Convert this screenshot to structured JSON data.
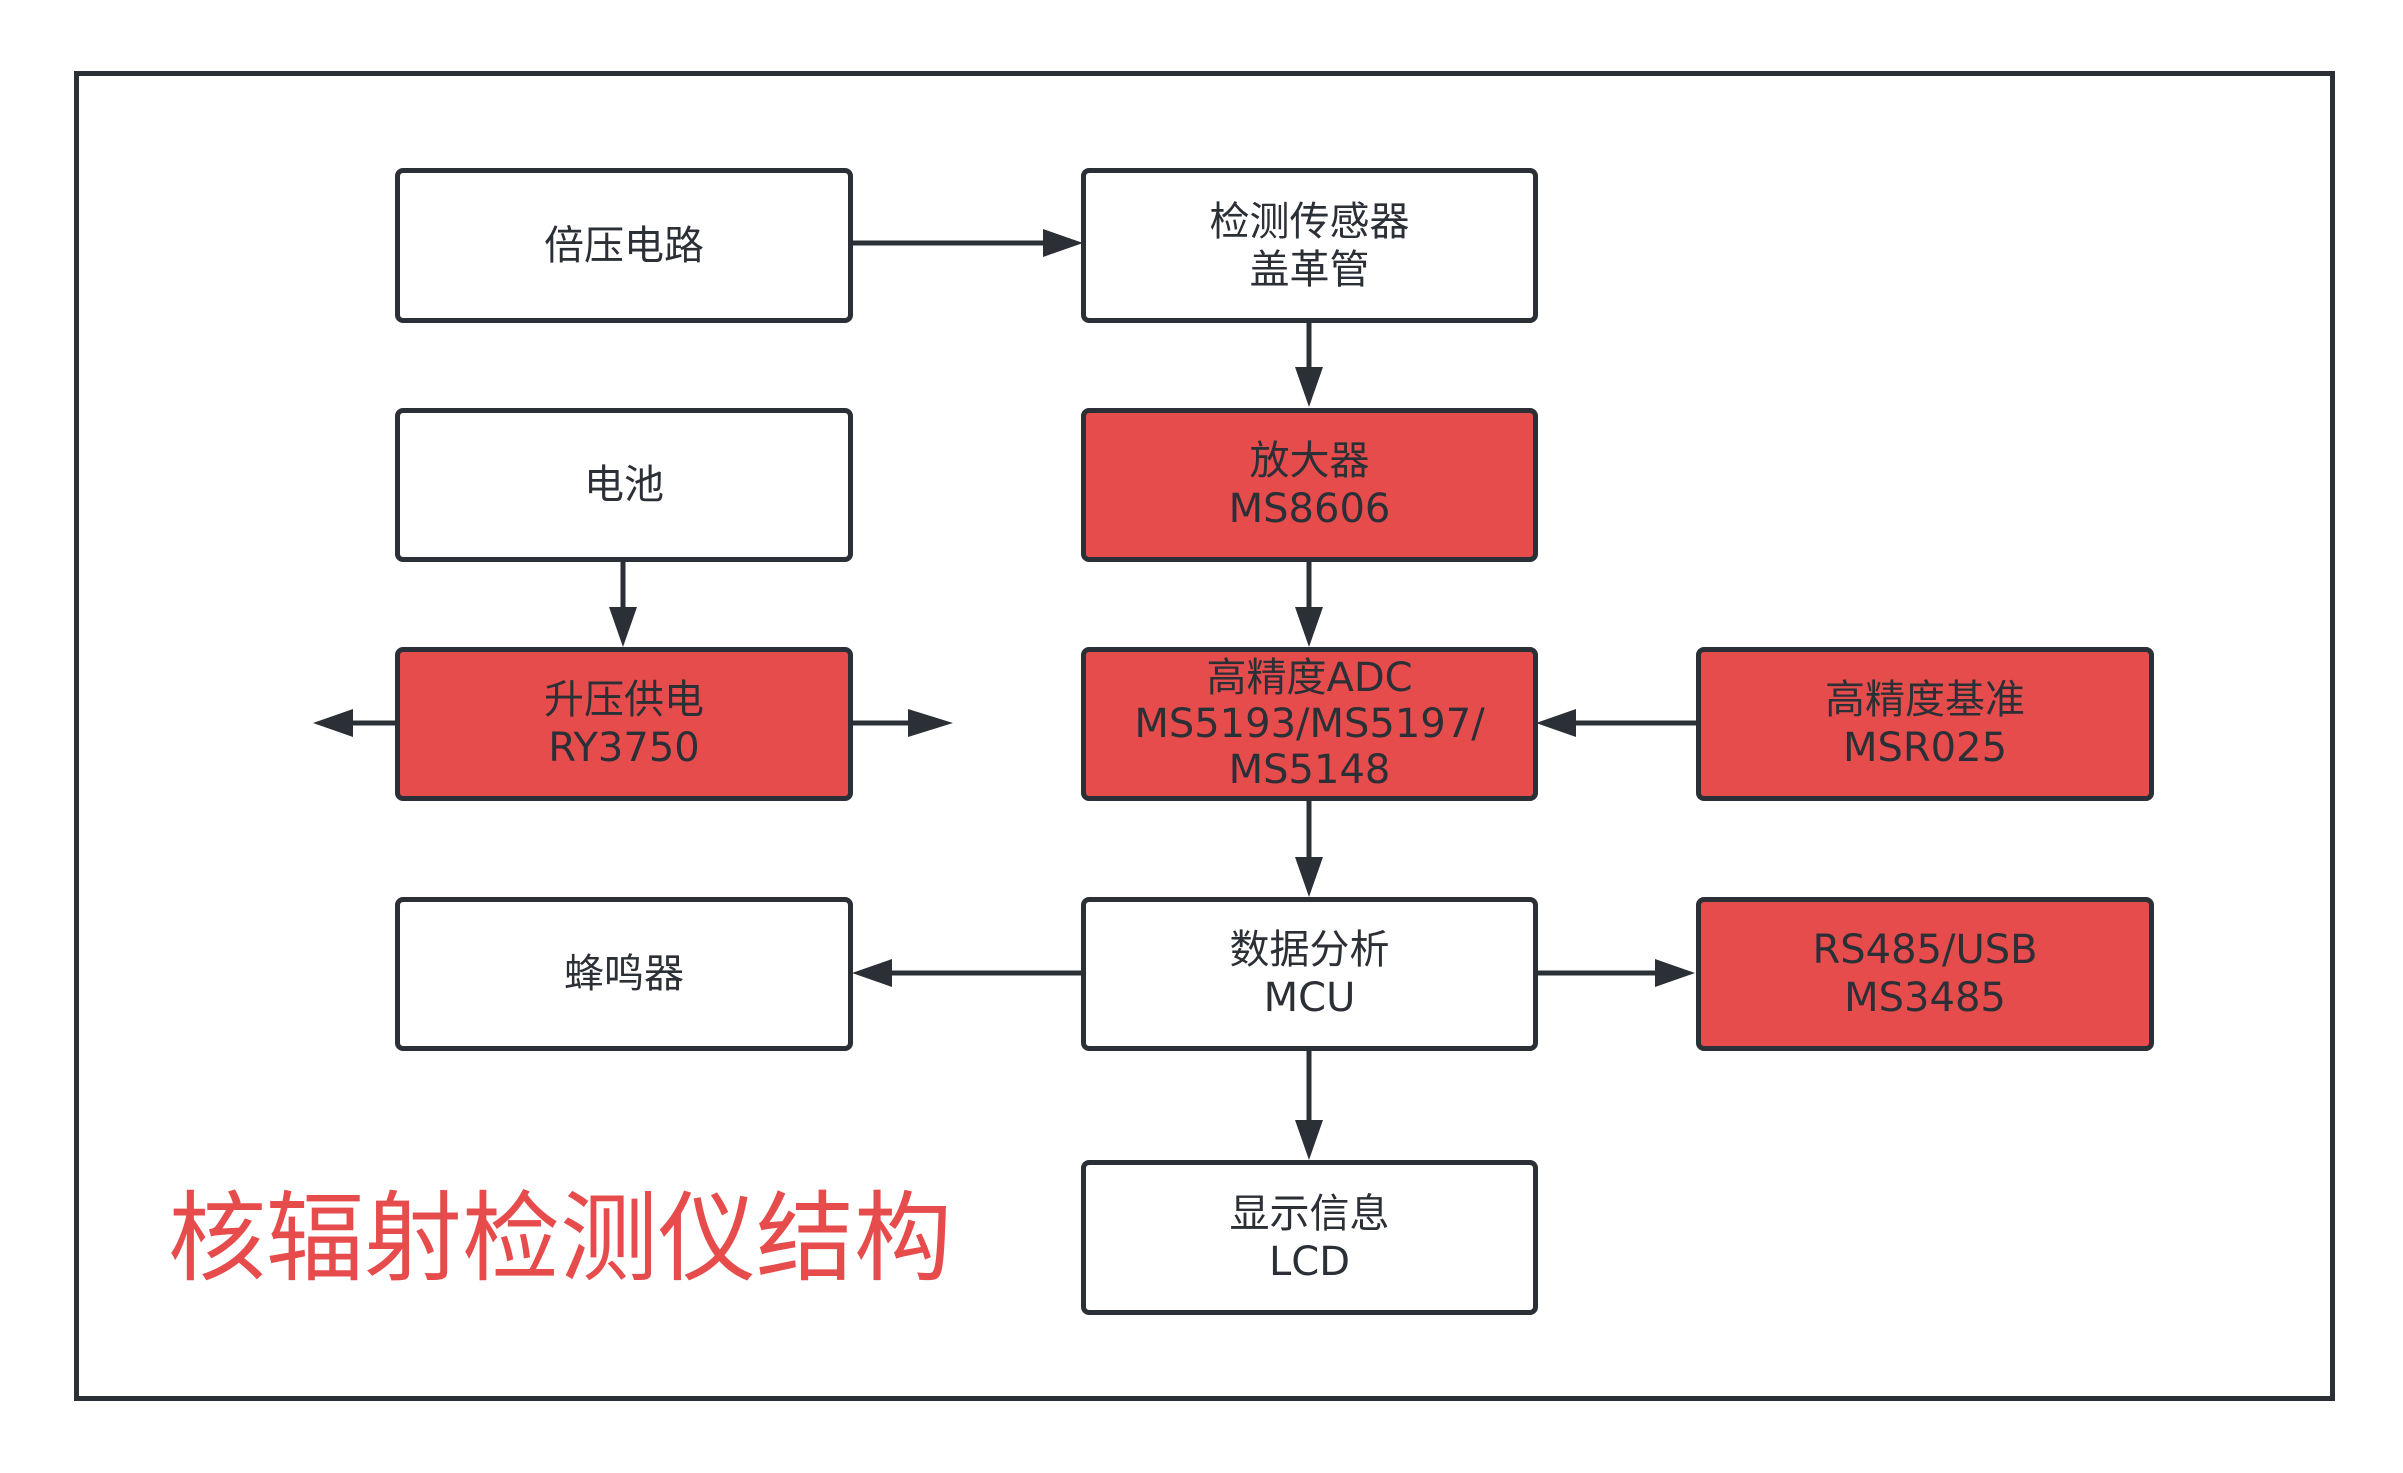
{
  "title": "核辐射检测仪结构",
  "colors": {
    "accent_red": "#e74c4c",
    "stroke": "#2b2f36",
    "box_white": "#ffffff"
  },
  "nodes": {
    "voltage_doubler": {
      "line1": "倍压电路"
    },
    "sensor": {
      "line1": "检测传感器",
      "line2": "盖革管"
    },
    "battery": {
      "line1": "电池"
    },
    "amplifier": {
      "line1": "放大器",
      "line2": "MS8606"
    },
    "boost": {
      "line1": "升压供电",
      "line2": "RY3750"
    },
    "adc": {
      "line1": "高精度ADC",
      "line2": "MS5193/MS5197/",
      "line3": "MS5148"
    },
    "reference": {
      "line1": "高精度基准",
      "line2": "MSR025"
    },
    "buzzer": {
      "line1": "蜂鸣器"
    },
    "mcu": {
      "line1": "数据分析",
      "line2": "MCU"
    },
    "interface": {
      "line1": "RS485/USB",
      "line2": "MS3485"
    },
    "display": {
      "line1": "显示信息",
      "line2": "LCD"
    }
  }
}
